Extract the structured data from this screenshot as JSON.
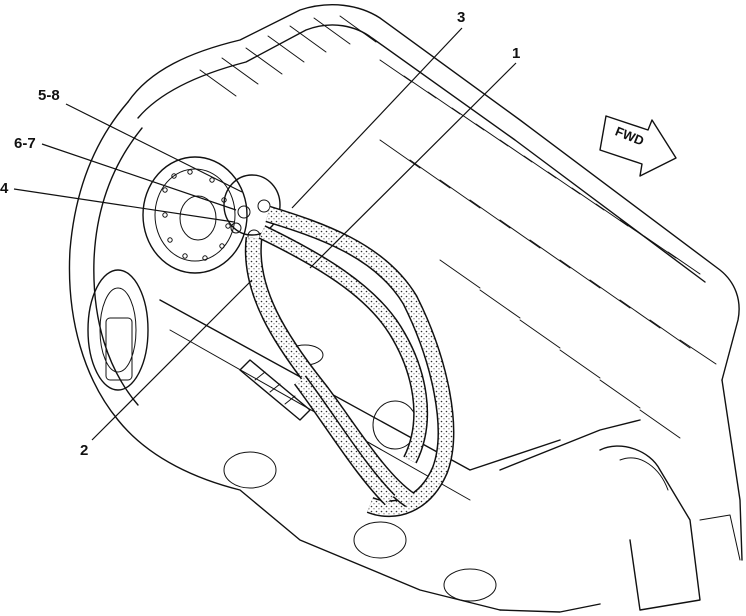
{
  "callouts": {
    "c1": "1",
    "c2": "2",
    "c3": "3",
    "c4": "4",
    "c5_8": "5-8",
    "c6_7": "6-7"
  },
  "direction_indicator": {
    "label": "FWD"
  },
  "colors": {
    "line": "#111111",
    "background": "#ffffff"
  }
}
